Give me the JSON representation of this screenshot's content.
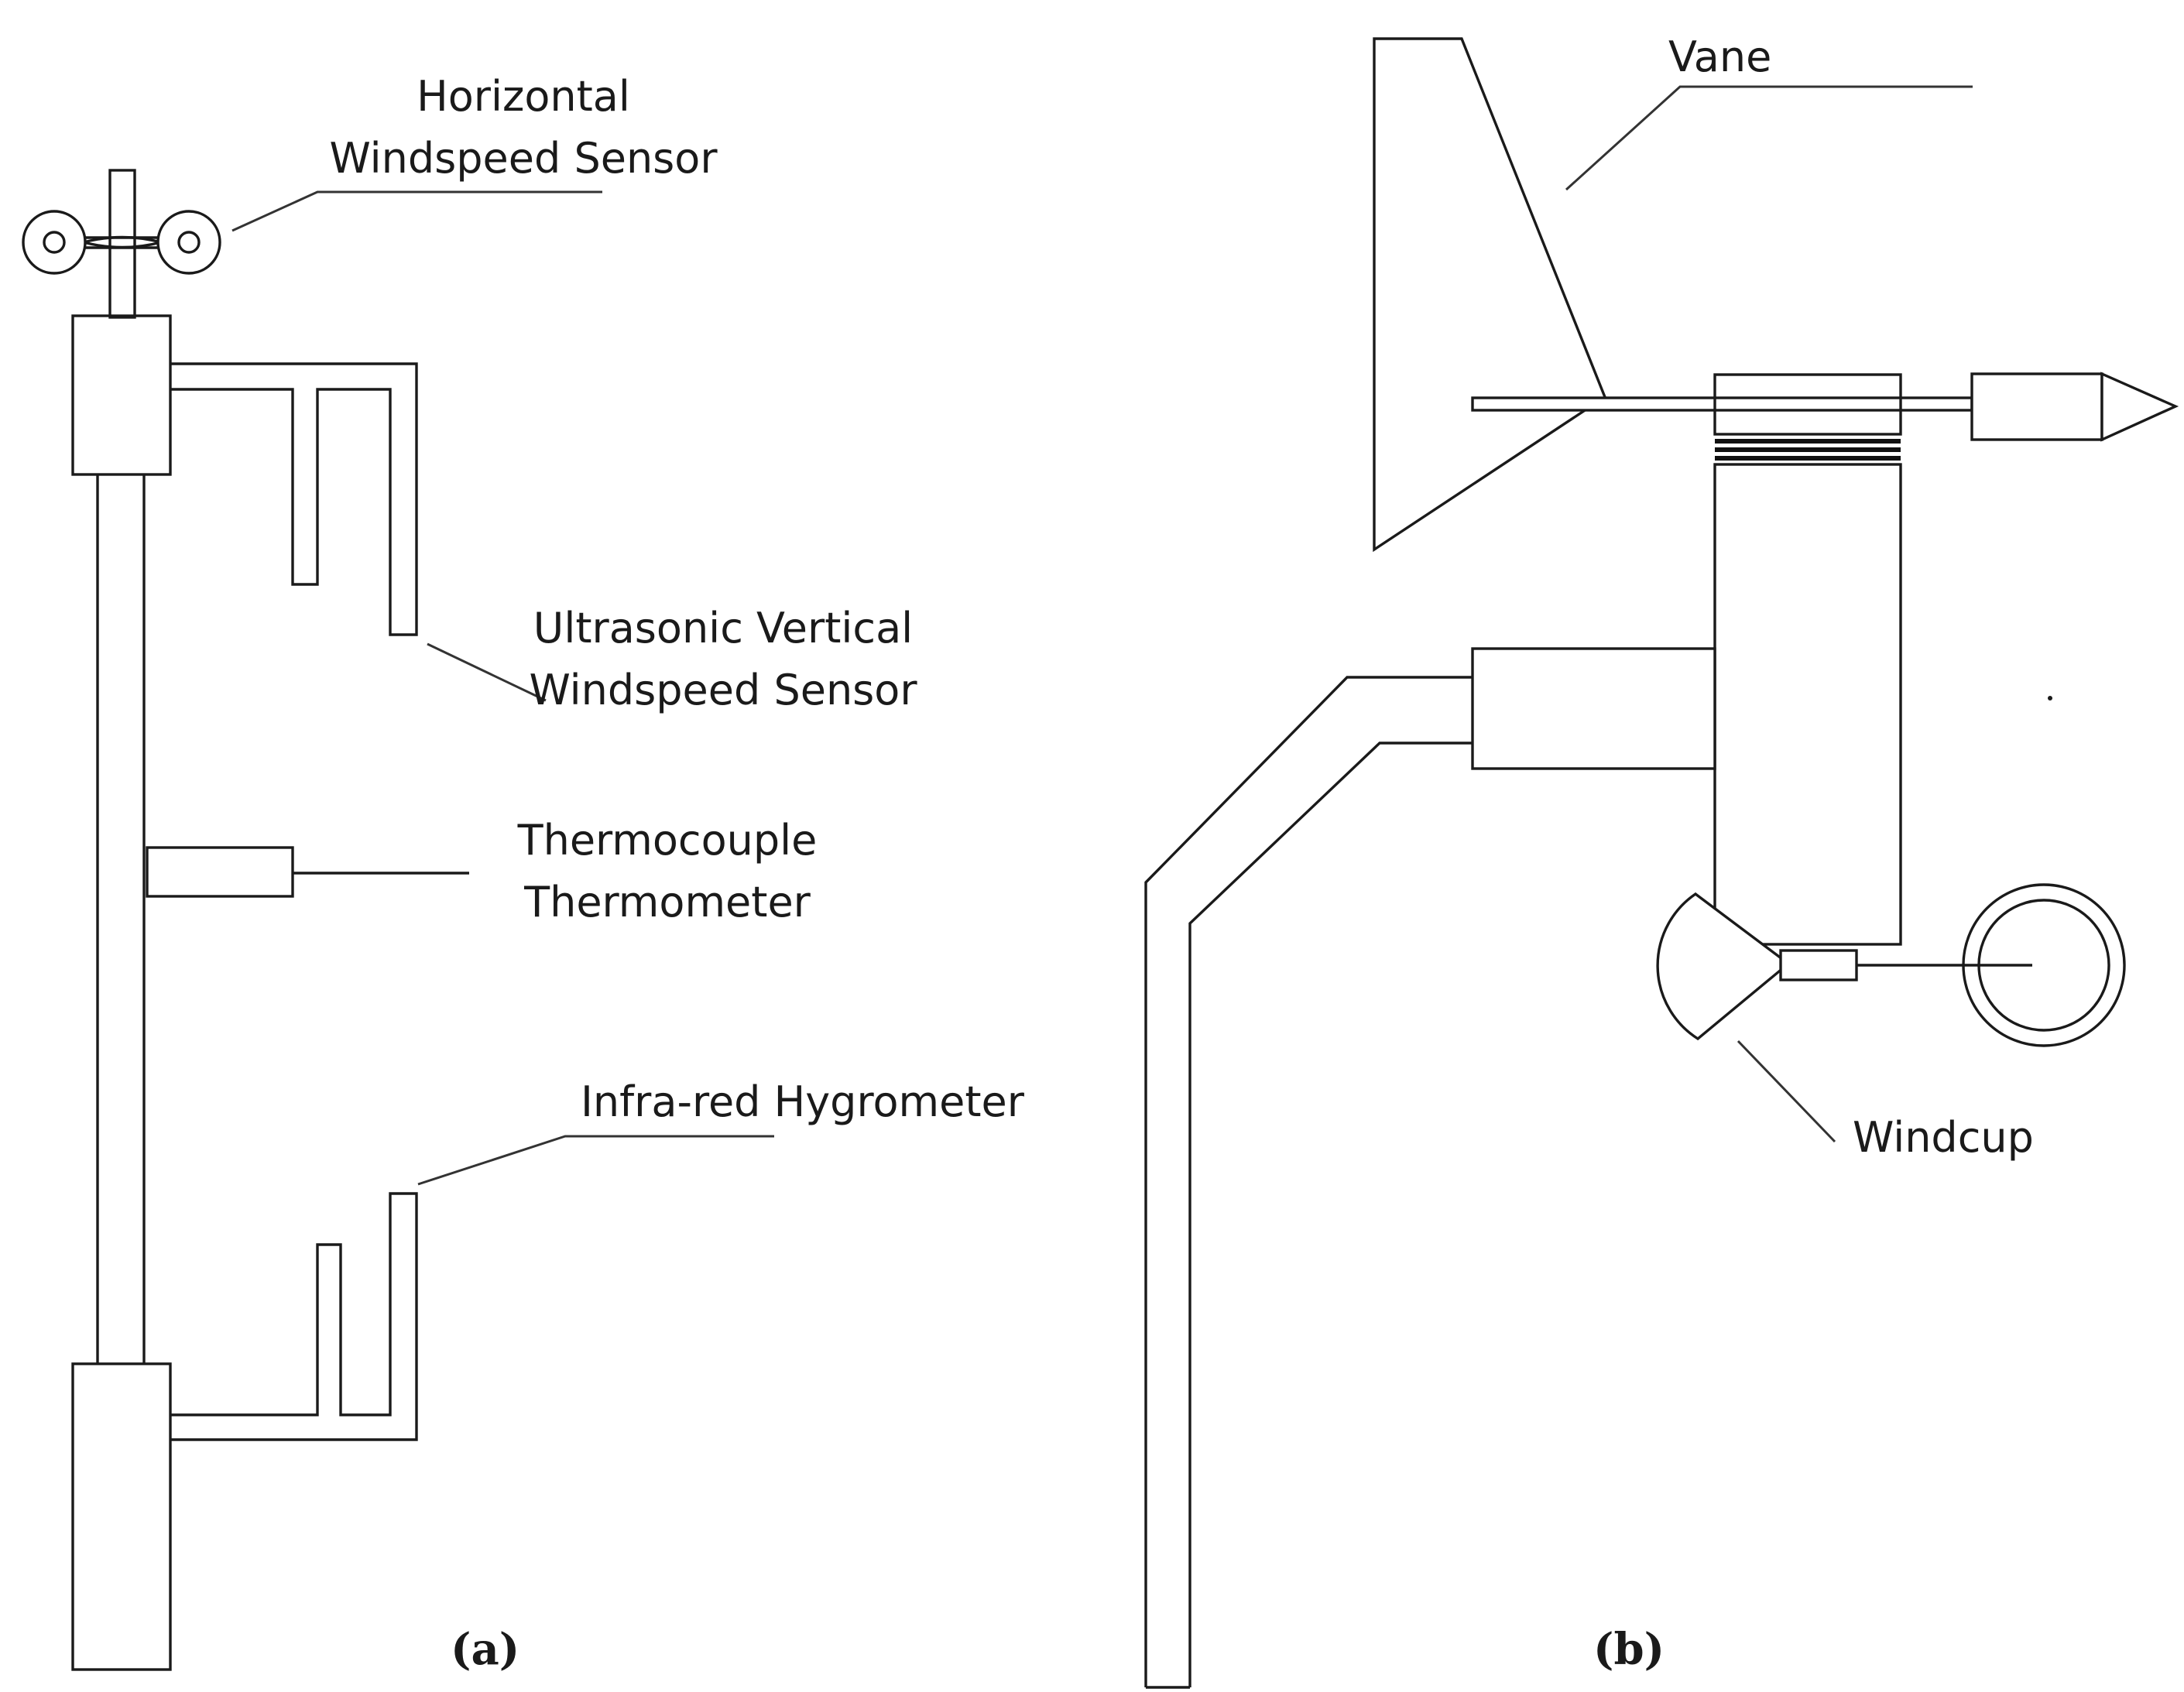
{
  "labels": {
    "horizontal_windspeed_sensor": [
      "Horizontal",
      "Windspeed Sensor"
    ],
    "ultrasonic_vertical_windspeed_sensor": [
      "Ultrasonic Vertical",
      "Windspeed Sensor"
    ],
    "thermocouple_thermometer": [
      "Thermocouple",
      "Thermometer"
    ],
    "infrared_hygrometer": "Infra-red Hygrometer",
    "vane": "Vane",
    "windcup": "Windcup"
  },
  "captions": {
    "a": "(a)",
    "b": "(b)"
  }
}
